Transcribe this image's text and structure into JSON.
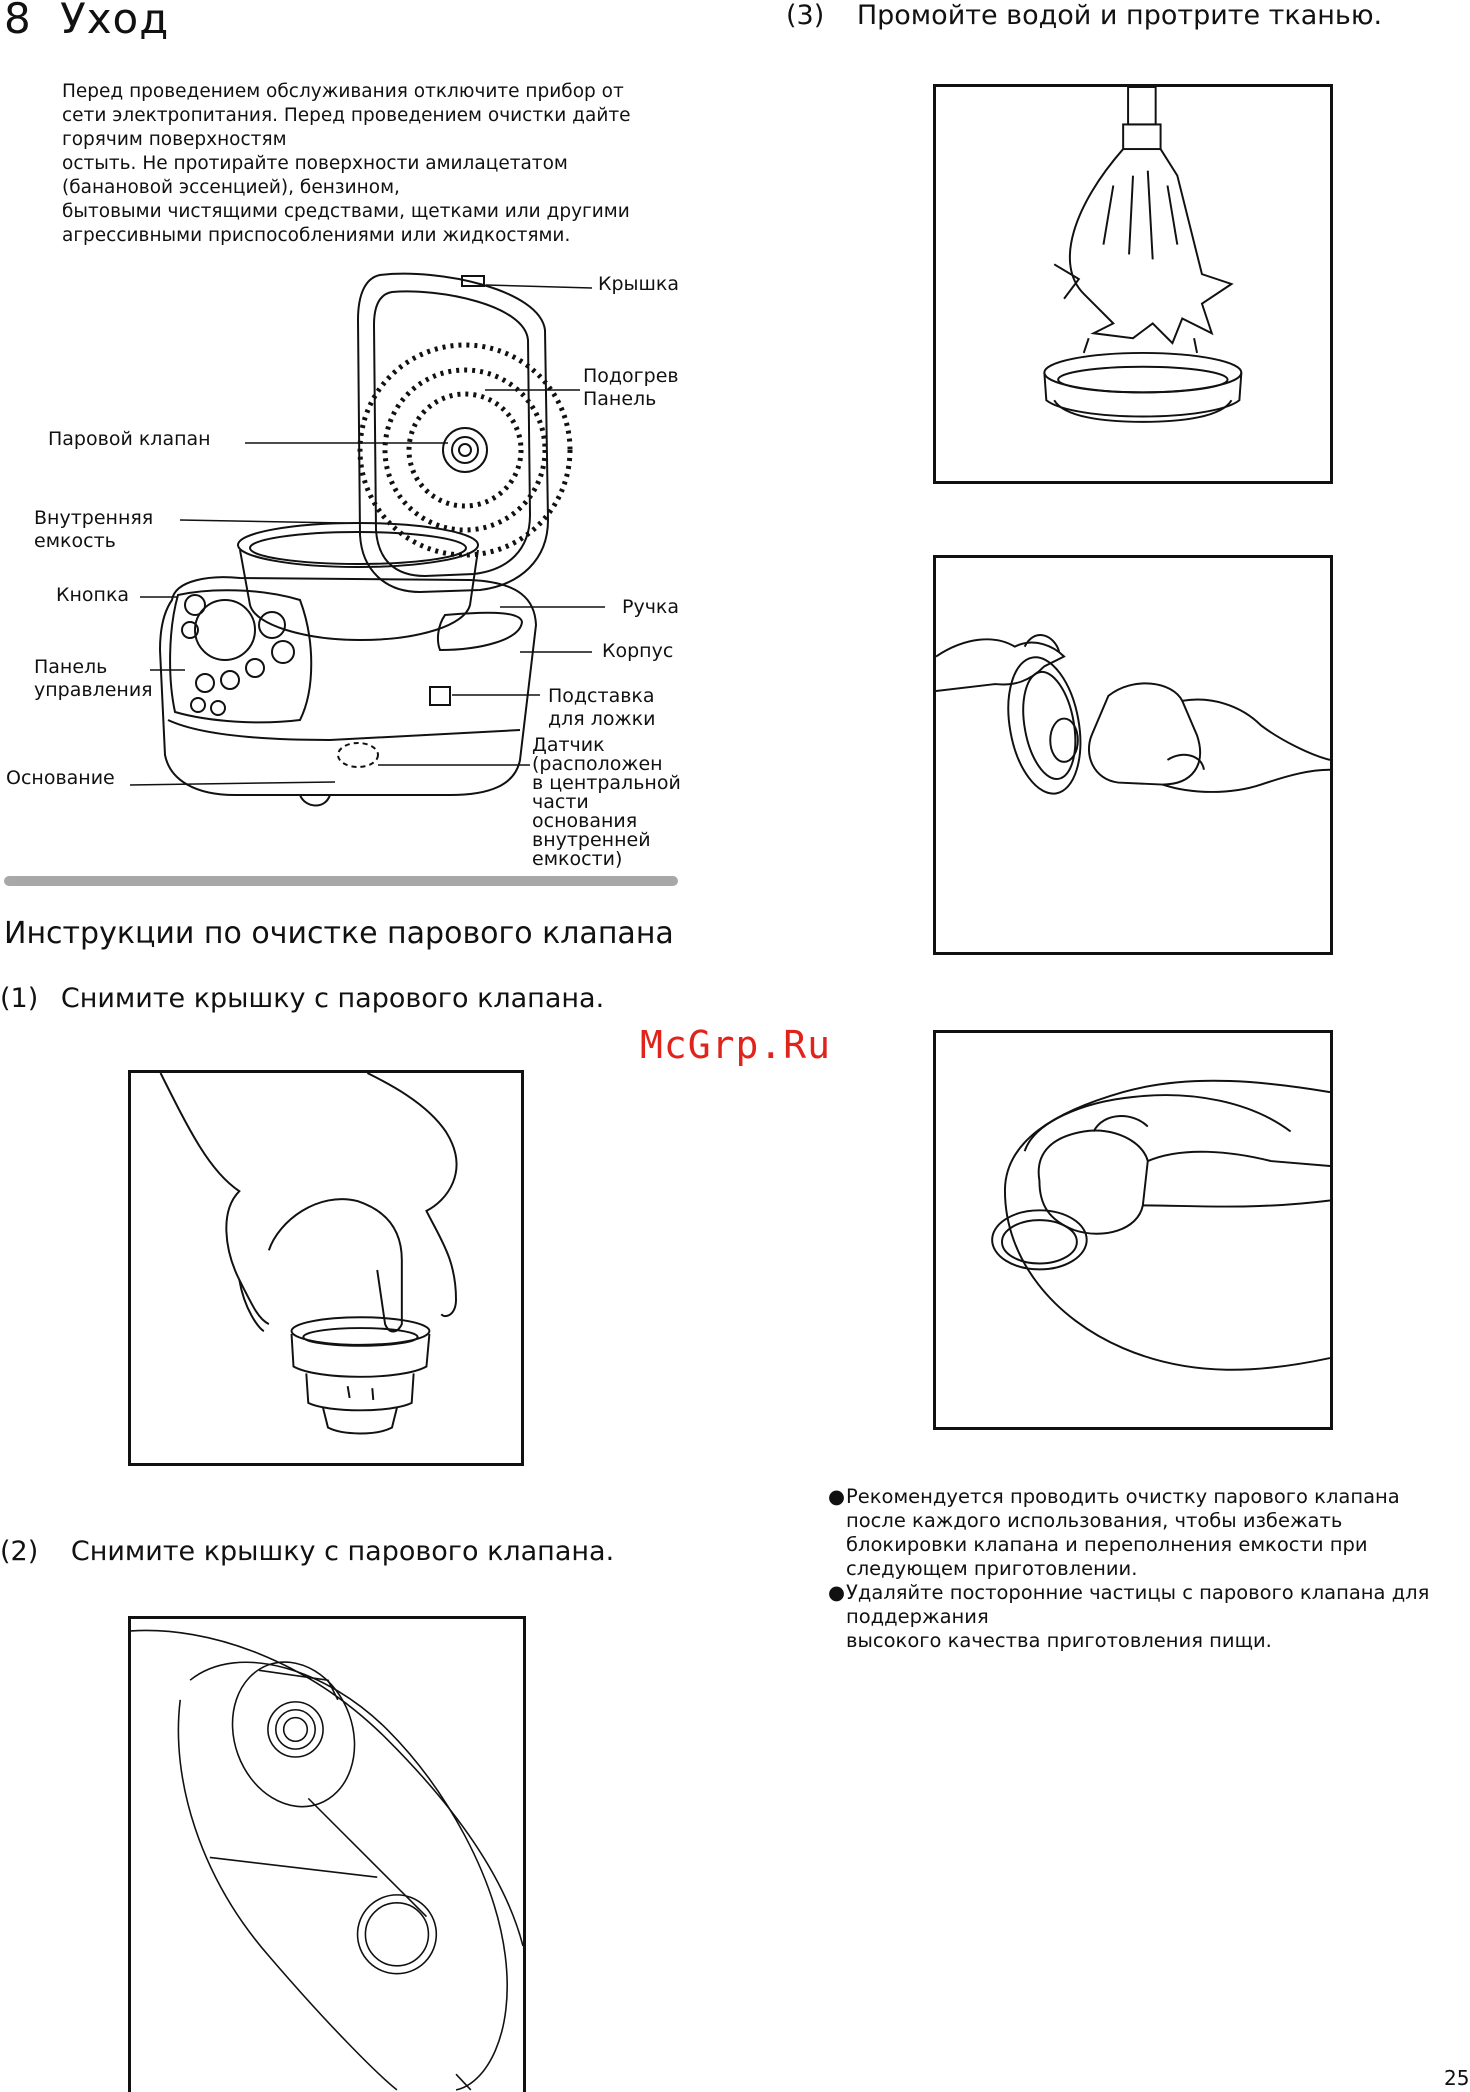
{
  "section": {
    "number": "8",
    "title": "Уход"
  },
  "intro_lines": [
    "Перед проведением обслуживания отключите прибор от",
    "сети электропитания. Перед проведением очистки дайте",
    "горячим поверхностям",
    "остыть. Не протирайте поверхности амилацетатом",
    "(банановой эссенцией), бензином,",
    "бытовыми чистящими средствами, щетками или другими",
    "агрессивными приспособлениями или жидкостями."
  ],
  "diagram_labels": {
    "lid": "Крышка",
    "heating_panel": [
      "Подогрев",
      "Панель"
    ],
    "steam_valve": "Паровой клапан",
    "inner_pot": [
      "Внутренняя",
      "емкость"
    ],
    "button": "Кнопка",
    "control_panel": [
      "Панель",
      "управления"
    ],
    "handle": "Ручка",
    "body": "Корпус",
    "spoon_holder": [
      "Подставка",
      "для ложки"
    ],
    "base": "Основание",
    "sensor": [
      "Датчик",
      "(расположен",
      "в центральной",
      "части",
      "основания",
      "внутренней",
      "емкости)"
    ]
  },
  "subheading": "Инструкции по очистке парового клапана",
  "steps": [
    {
      "num": "(1)",
      "text": "Снимите крышку с парового клапана."
    },
    {
      "num": "(2)",
      "text": "Снимите крышку с парового клапана."
    },
    {
      "num": "(3)",
      "text": "Промойте водой и протрите тканью."
    }
  ],
  "watermark": "McGrp.Ru",
  "notes": [
    {
      "bullet": "●",
      "lines": [
        "Рекомендуется проводить очистку парового клапана",
        "после каждого использования, чтобы избежать",
        "блокировки клапана и переполнения емкости при",
        "следующем приготовлении."
      ]
    },
    {
      "bullet": "●",
      "lines": [
        "Удаляйте посторонние частицы с парового клапана для",
        "поддержания",
        "высокого качества приготовления пищи."
      ]
    }
  ],
  "page_number": "25",
  "colors": {
    "watermark": "#e0241b",
    "divider": "#a8a8a8",
    "ink": "#111111"
  }
}
